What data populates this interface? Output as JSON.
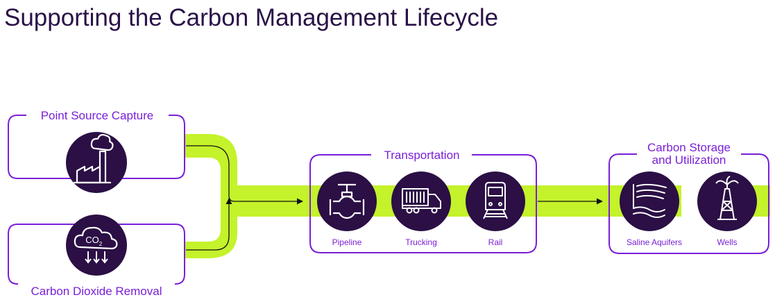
{
  "title": "Supporting the Carbon Management Lifecycle",
  "colors": {
    "title": "#2a1147",
    "accent": "#7a1fd6",
    "band": "#c4f22b",
    "icon_bg": "#2b0f45",
    "icon_line": "#ffffff",
    "arrow": "#111111"
  },
  "capture": {
    "point_source": {
      "label": "Point Source Capture",
      "icon": "factory-icon"
    },
    "removal": {
      "label": "Carbon Dioxide Removal",
      "icon": "co2-cloud-icon",
      "icon_text": "CO",
      "icon_subscript": "2"
    }
  },
  "transportation": {
    "label": "Transportation",
    "items": [
      {
        "label": "Pipeline",
        "icon": "pipeline-valve-icon"
      },
      {
        "label": "Trucking",
        "icon": "truck-icon"
      },
      {
        "label": "Rail",
        "icon": "train-icon"
      }
    ]
  },
  "storage": {
    "label_line1": "Carbon Storage",
    "label_line2": "and Utilization",
    "items": [
      {
        "label": "Saline Aquifers",
        "icon": "aquifer-icon"
      },
      {
        "label": "Wells",
        "icon": "oil-well-icon"
      }
    ]
  }
}
